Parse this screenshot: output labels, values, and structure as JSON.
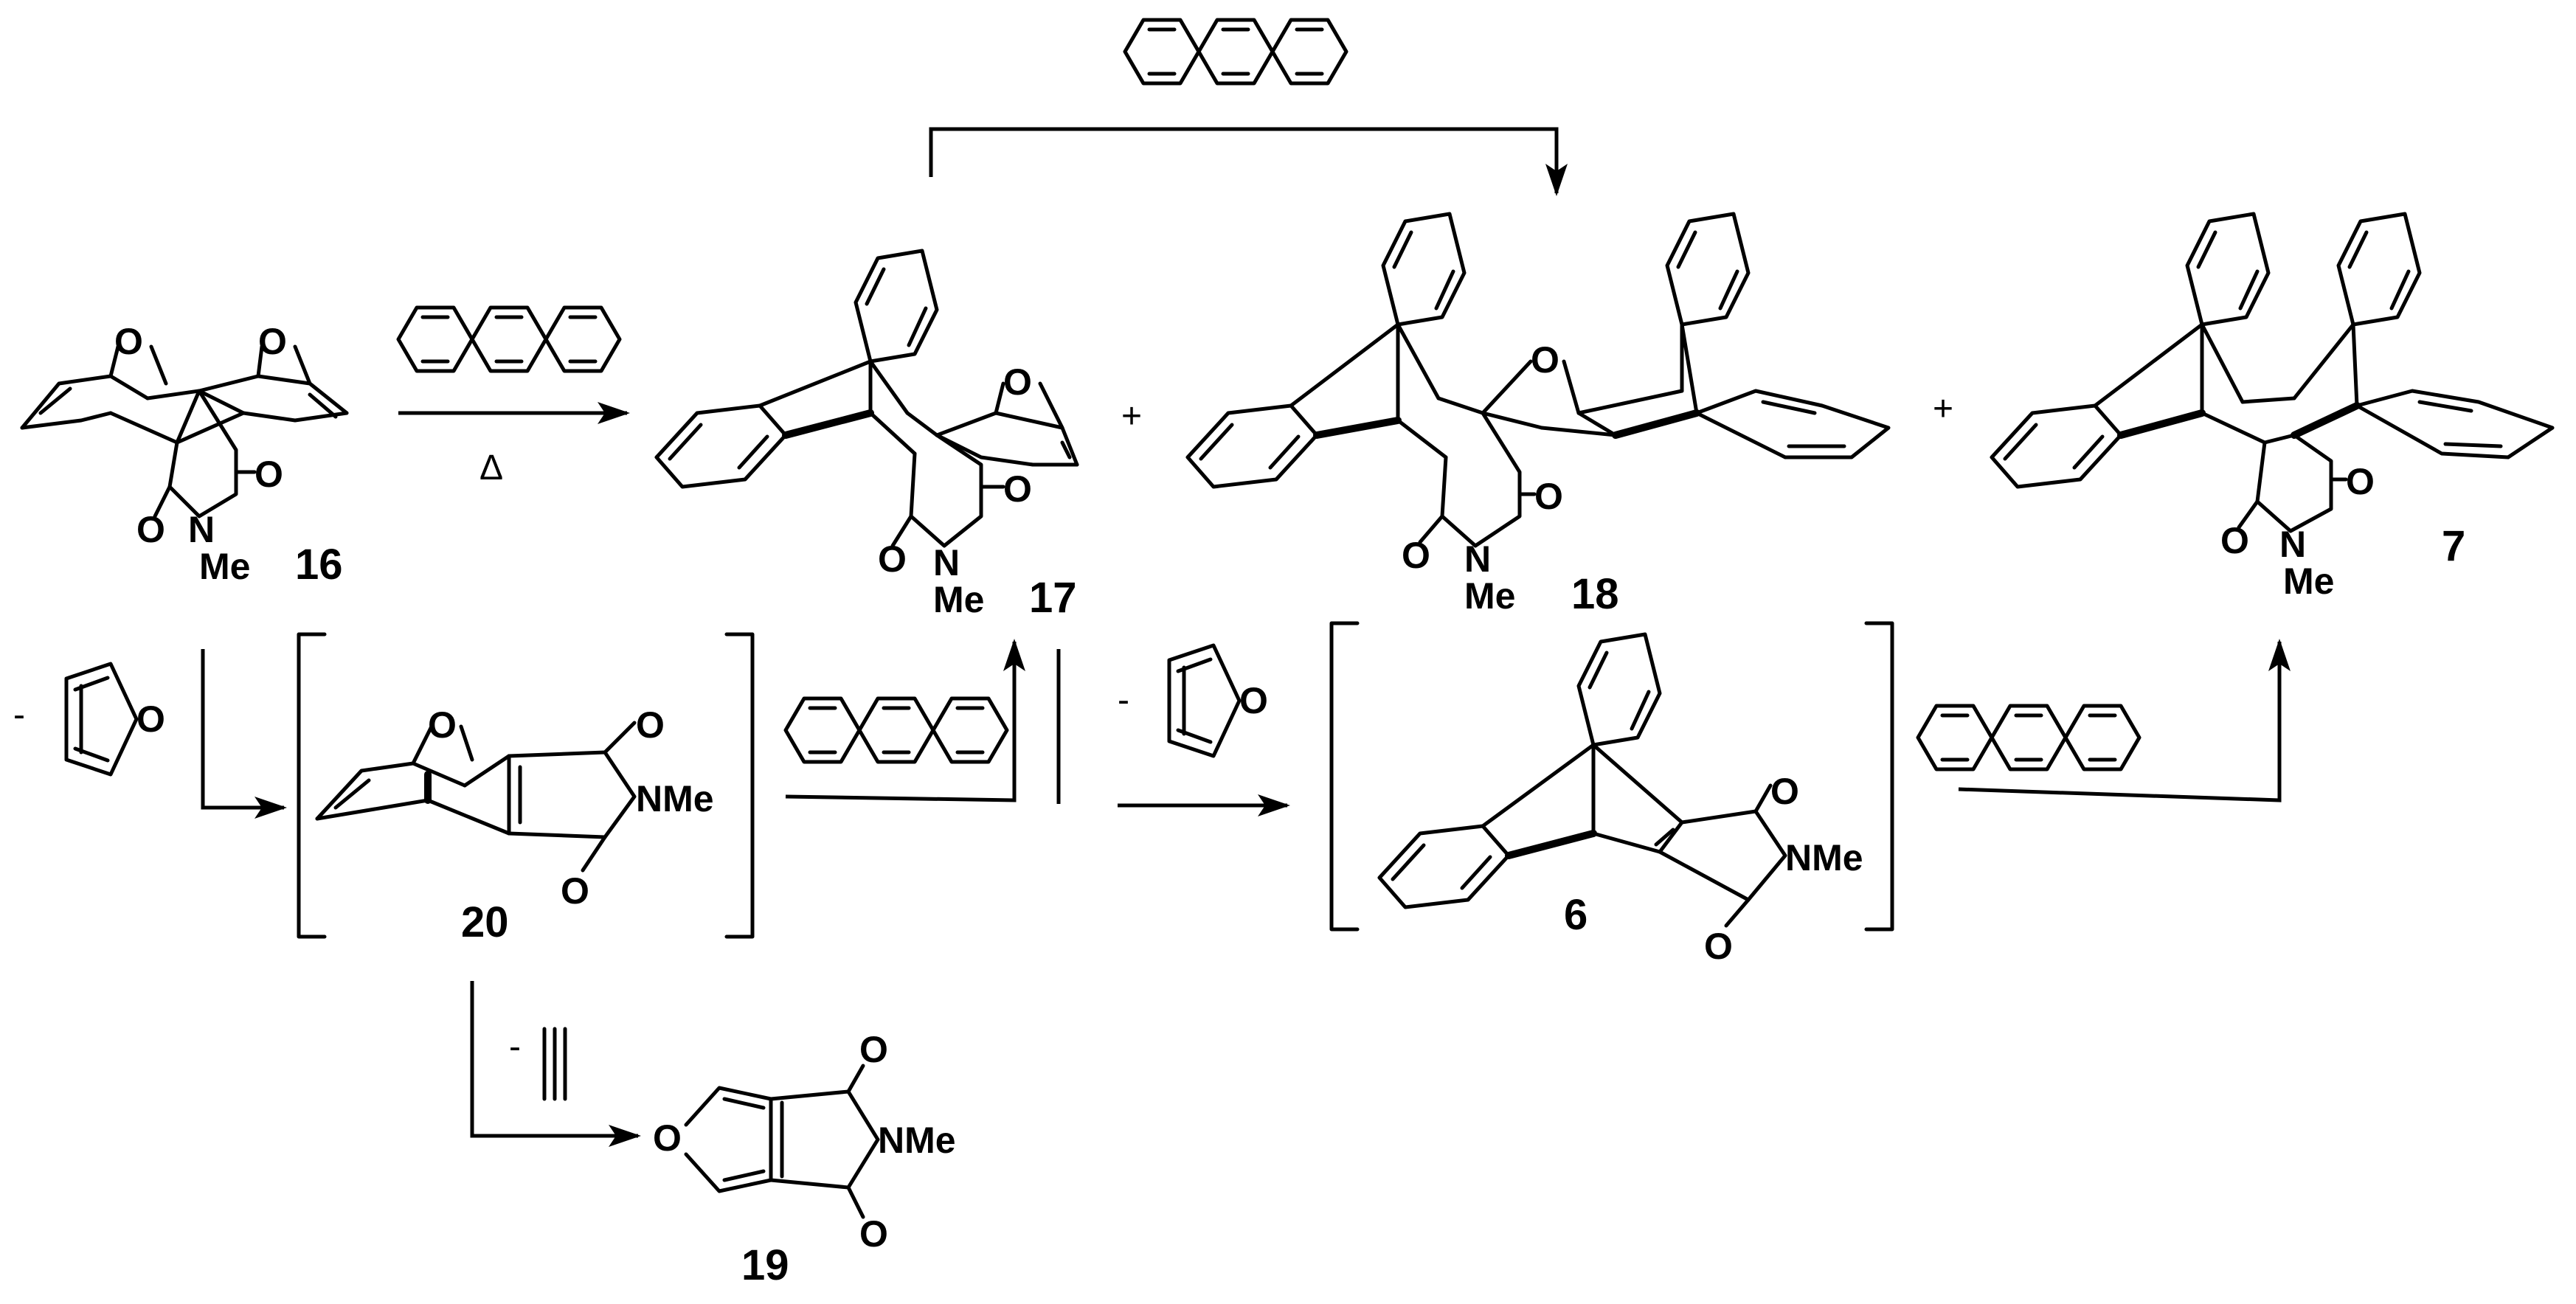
{
  "scheme": {
    "compounds": {
      "c16": "16",
      "c17": "17",
      "c18": "18",
      "c7": "7",
      "c20": "20",
      "c6": "6",
      "c19": "19"
    },
    "atoms": {
      "oxygen": "O",
      "nitrogen": "N",
      "methyl": "Me",
      "n_methyl": "NMe"
    },
    "conditions": {
      "heat": "Δ",
      "minus": "-",
      "plus": "+"
    },
    "reagents": {
      "anthracene": "anthracene-structure",
      "furan": "furan-structure",
      "acetylene": "acetylene-structure"
    }
  }
}
